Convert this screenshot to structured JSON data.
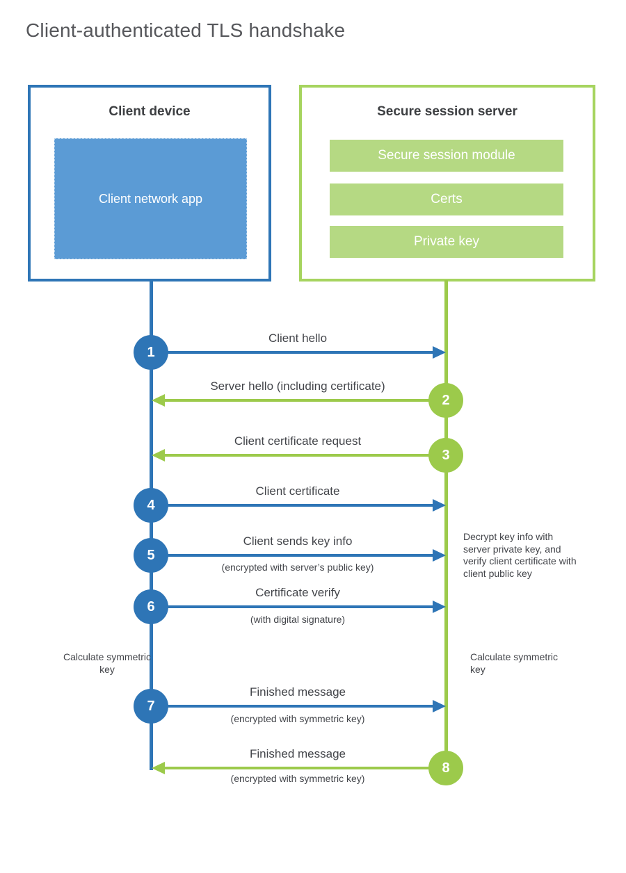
{
  "title": "Client-authenticated TLS handshake",
  "colors": {
    "client_blue": "#2e75b6",
    "client_fill_blue": "#5b9bd5",
    "server_green": "#9cca4b",
    "server_bar_green": "#b5d983"
  },
  "client": {
    "title": "Client device",
    "app_label": "Client network app"
  },
  "server": {
    "title": "Secure session server",
    "modules": {
      "module1": "Secure session module",
      "module2": "Certs",
      "module3": "Private key"
    }
  },
  "messages": [
    {
      "num": "1",
      "from": "client",
      "label": "Client hello",
      "sublabel": ""
    },
    {
      "num": "2",
      "from": "server",
      "label": "Server hello (including certificate)",
      "sublabel": ""
    },
    {
      "num": "3",
      "from": "server",
      "label": "Client certificate request",
      "sublabel": ""
    },
    {
      "num": "4",
      "from": "client",
      "label": "Client certificate",
      "sublabel": ""
    },
    {
      "num": "5",
      "from": "client",
      "label": "Client sends key info",
      "sublabel": "(encrypted with server’s public key)"
    },
    {
      "num": "6",
      "from": "client",
      "label": "Certificate verify",
      "sublabel": "(with digital signature)"
    },
    {
      "num": "7",
      "from": "client",
      "label": "Finished message",
      "sublabel": "(encrypted with symmetric key)"
    },
    {
      "num": "8",
      "from": "server",
      "label": "Finished message",
      "sublabel": "(encrypted with symmetric key)"
    }
  ],
  "notes": {
    "decrypt": "Decrypt key info with server private key, and verify client certificate with client public key",
    "calc_left": "Calculate symmetric key",
    "calc_right": "Calculate symmetric key"
  }
}
